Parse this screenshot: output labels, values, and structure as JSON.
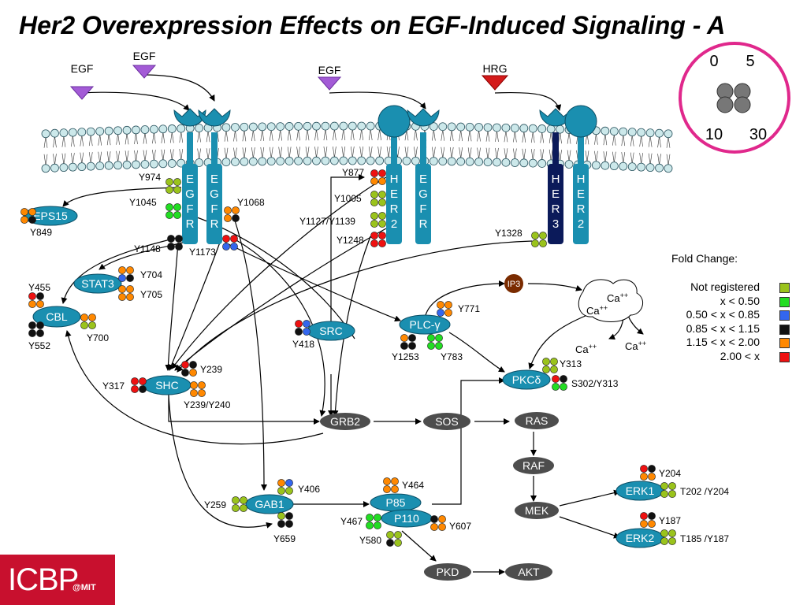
{
  "title": "Her2 Overexpression Effects on EGF-Induced Signaling - A",
  "colors": {
    "not_registered": "#9ac31c",
    "lt_050": "#22dd22",
    "r050_085": "#3366ee",
    "r085_115": "#111111",
    "r115_200": "#ff8800",
    "gt_200": "#ee1111",
    "membrane_protein": "#1a8fb0",
    "her3": "#0b1a5a",
    "gray_node": "#4d4d4d",
    "ligand_egf": "#a35bd6",
    "ligand_hrg": "#d41a1a"
  },
  "ligands": [
    "EGF",
    "EGF",
    "EGF",
    "HRG"
  ],
  "receptors": {
    "egfr_left": "EGFR",
    "egfr_right": "EGFR",
    "her2_mid": "HER2",
    "egfr_mid": "EGFR",
    "her3": "HER3",
    "her2_right": "HER2"
  },
  "nodes": {
    "eps15": "EPS15",
    "stat3": "STAT3",
    "cbl": "CBL",
    "src": "SRC",
    "plcg": "PLC-γ",
    "shc": "SHC",
    "grb2": "GRB2",
    "sos": "SOS",
    "ras": "RAS",
    "raf": "RAF",
    "mek": "MEK",
    "erk1": "ERK1",
    "erk2": "ERK2",
    "pkcd": "PKCδ",
    "gab1": "GAB1",
    "p85": "P85",
    "p110": "P110",
    "pkd": "PKD",
    "akt": "AKT",
    "ip3": "IP3"
  },
  "calcium": {
    "label": "Ca",
    "charge": "++"
  },
  "sites": {
    "y974": "Y974",
    "y1045": "Y1045",
    "y1068": "Y1068",
    "y1148": "Y1148",
    "y1173": "Y1173",
    "y849": "Y849",
    "y704": "Y704",
    "y705": "Y705",
    "y455": "Y455",
    "y552": "Y552",
    "y700": "Y700",
    "y877": "Y877",
    "y1005": "Y1005",
    "y1127": "Y1127/Y1139",
    "y1248": "Y1248",
    "y1328": "Y1328",
    "y418": "Y418",
    "y771": "Y771",
    "y1253": "Y1253",
    "y783": "Y783",
    "y239": "Y239",
    "y317": "Y317",
    "y239_240": "Y239/Y240",
    "y313": "Y313",
    "s302": "S302/Y313",
    "y204": "Y204",
    "t202": "T202 /Y204",
    "y187": "Y187",
    "t185": "T185 /Y187",
    "y406": "Y406",
    "y259": "Y259",
    "y659": "Y659",
    "y464": "Y464",
    "y467": "Y467",
    "y607": "Y607",
    "y580": "Y580"
  },
  "timepoints": {
    "t0": "0",
    "t5": "5",
    "t10": "10",
    "t30": "30"
  },
  "legend": {
    "heading": "Fold Change:",
    "rows": [
      {
        "label": "Not registered",
        "color": "#9ac31c"
      },
      {
        "label": "x < 0.50",
        "color": "#22dd22"
      },
      {
        "label": "0.50 < x < 0.85",
        "color": "#3366ee"
      },
      {
        "label": "0.85 < x < 1.15",
        "color": "#111111"
      },
      {
        "label": "1.15 < x < 2.00",
        "color": "#ff8800"
      },
      {
        "label": "2.00 < x",
        "color": "#ee1111"
      }
    ]
  },
  "logo": {
    "main": "ICBP",
    "sub": "@MIT"
  }
}
